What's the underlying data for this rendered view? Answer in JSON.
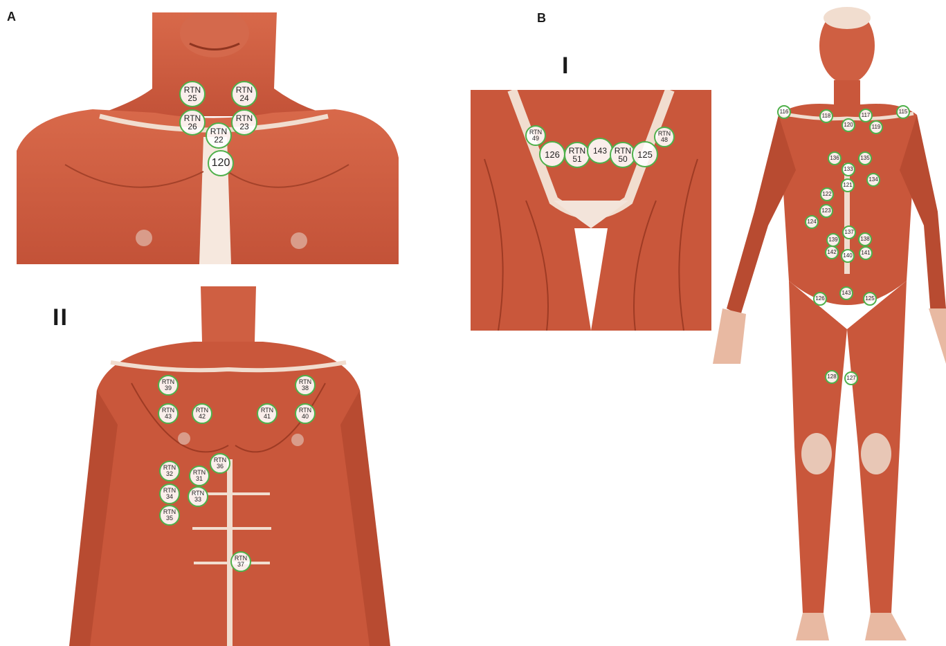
{
  "panels": {
    "A": {
      "letter": "A",
      "sub_I": "I",
      "sub_II": "II",
      "I_markers": [
        {
          "l1": "RTN",
          "l2": "25"
        },
        {
          "l1": "RTN",
          "l2": "24"
        },
        {
          "l1": "RTN",
          "l2": "26"
        },
        {
          "l1": "RTN",
          "l2": "23"
        },
        {
          "l1": "RTN",
          "l2": "22"
        },
        {
          "l1": "",
          "l2": "120"
        }
      ],
      "II_markers": [
        {
          "l1": "RTN",
          "l2": "39"
        },
        {
          "l1": "RTN",
          "l2": "38"
        },
        {
          "l1": "RTN",
          "l2": "43"
        },
        {
          "l1": "RTN",
          "l2": "42"
        },
        {
          "l1": "RTN",
          "l2": "41"
        },
        {
          "l1": "RTN",
          "l2": "40"
        },
        {
          "l1": "RTN",
          "l2": "36"
        },
        {
          "l1": "RTN",
          "l2": "32"
        },
        {
          "l1": "RTN",
          "l2": "31"
        },
        {
          "l1": "RTN",
          "l2": "34"
        },
        {
          "l1": "RTN",
          "l2": "33"
        },
        {
          "l1": "RTN",
          "l2": "35"
        },
        {
          "l1": "RTN",
          "l2": "37"
        }
      ]
    },
    "B": {
      "letter": "B",
      "sub_I": "I",
      "sub_II": "II",
      "I_markers": [
        {
          "l1": "RTN",
          "l2": "49"
        },
        {
          "l1": "RTN",
          "l2": "48"
        },
        {
          "l1": "",
          "l2": "126"
        },
        {
          "l1": "RTN",
          "l2": "51"
        },
        {
          "l1": "",
          "l2": "143"
        },
        {
          "l1": "RTN",
          "l2": "50"
        },
        {
          "l1": "",
          "l2": "125"
        }
      ],
      "II_markers": [
        "116",
        "118",
        "117",
        "115",
        "120",
        "119",
        "136",
        "135",
        "133",
        "121",
        "134",
        "122",
        "123",
        "124",
        "137",
        "139",
        "138",
        "142",
        "140",
        "141",
        "126",
        "143",
        "125",
        "128",
        "127"
      ]
    }
  },
  "colors": {
    "marker_border": "#4fb04a",
    "muscle": "#c9573b",
    "muscle_dark": "#9e3b24",
    "tendon": "#f1ddcf"
  }
}
